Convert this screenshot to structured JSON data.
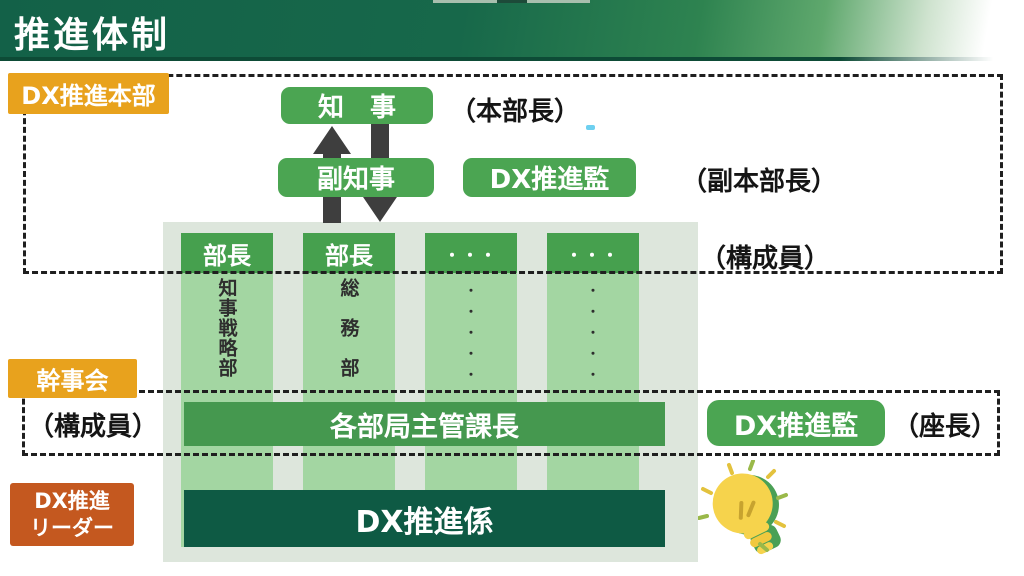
{
  "page": {
    "title": "推進体制"
  },
  "hq": {
    "label": "DX推進本部",
    "governor": "知　事",
    "governor_role": "（本部長）",
    "vice_governor": "副知事",
    "dx_supervisor": "DX推進監",
    "vice_role": "（副本部長）",
    "member_role": "（構成員）"
  },
  "departments": {
    "columns": [
      {
        "head": "部長",
        "body": "知事戦略部"
      },
      {
        "head": "部長",
        "body": "総　務　部"
      },
      {
        "head": "・・・",
        "body": "・・・・・"
      },
      {
        "head": "・・・",
        "body": "・・・・・"
      }
    ],
    "chiefs_bar": "各部局主管課長",
    "staff_bar": "DX推進係"
  },
  "secretariat": {
    "label": "幹事会",
    "member_role": "（構成員）",
    "dx_supervisor": "DX推進監",
    "chair_role": "（座長）"
  },
  "leader": {
    "line1": "DX推進",
    "line2": "リーダー"
  },
  "colors": {
    "header_green_dark": "#136148",
    "box_green": "#4ba552",
    "column_green_light": "#a3d6a2",
    "container_gray_green": "#dde6dc",
    "chiefs_bar_green": "#45984f",
    "staff_bar_green_dark": "#0e5a44",
    "label_orange": "#e8a21d",
    "leader_orange_dark": "#c4581f",
    "arrow_gray": "#3e3e3e",
    "bulb_yellow": "#f6d34c"
  }
}
